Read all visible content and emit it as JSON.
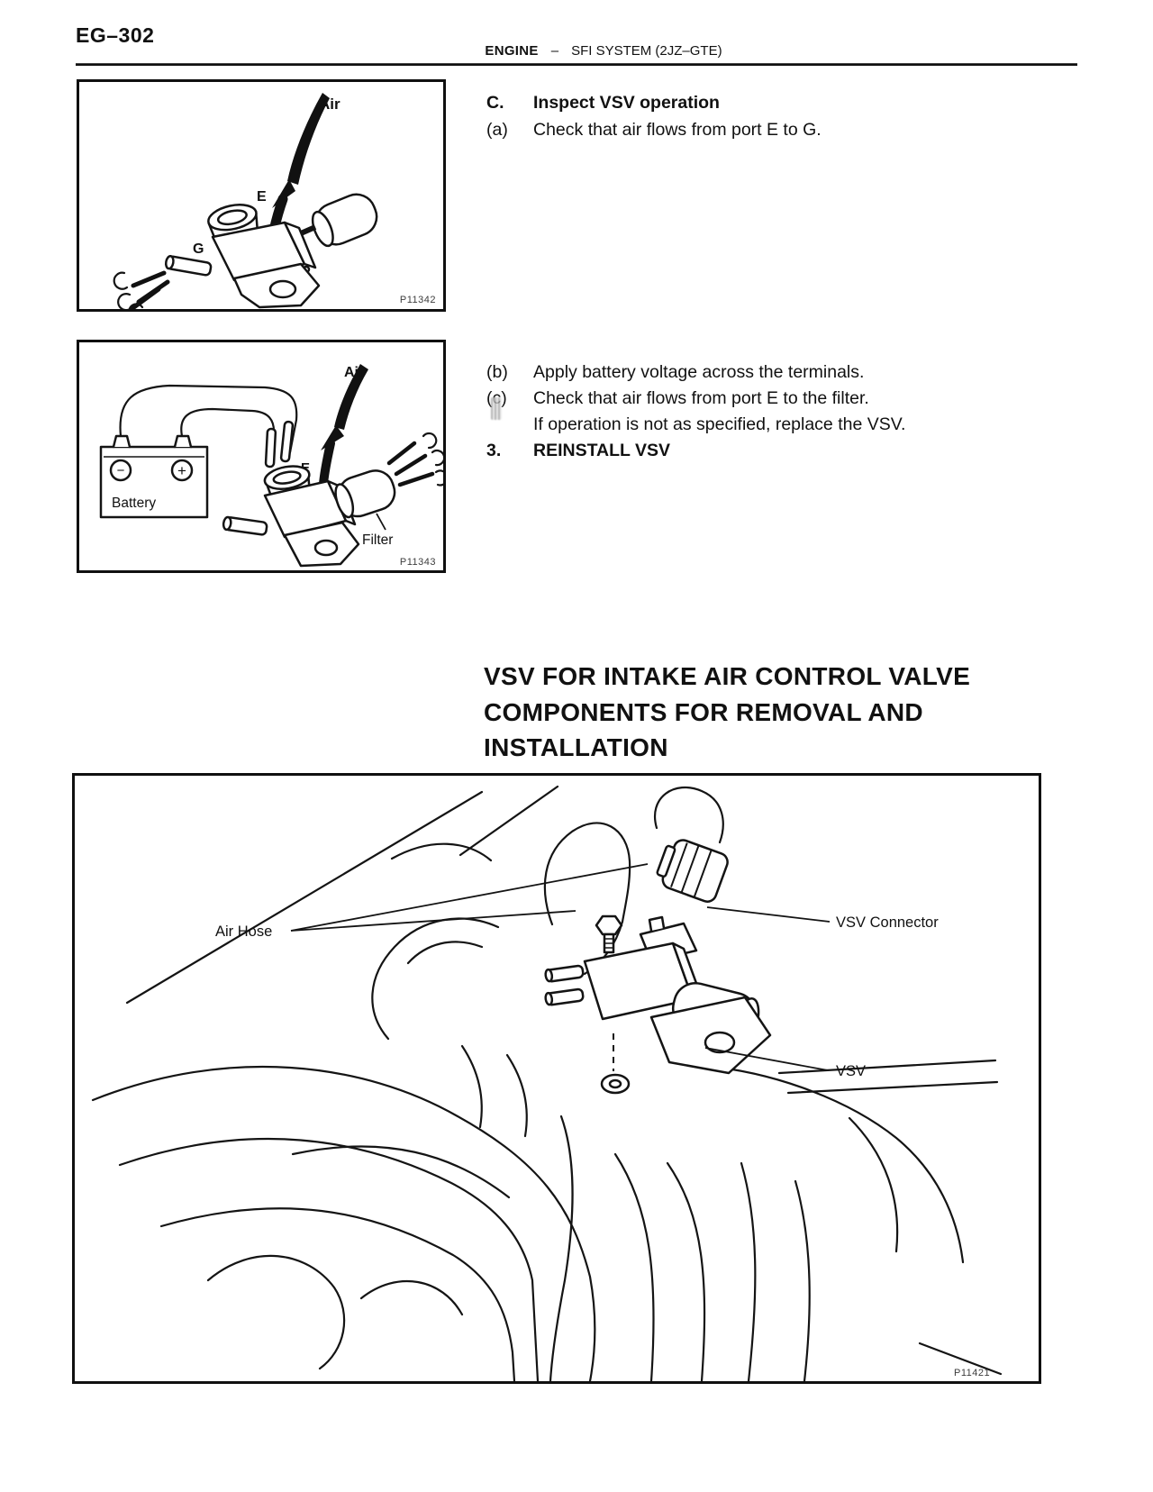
{
  "header": {
    "page_number": "EG–302",
    "section": "ENGINE",
    "separator": "–",
    "subsection": "SFI SYSTEM (2JZ–GTE)"
  },
  "inspection": {
    "step_c_label": "C.",
    "step_c_title": "Inspect VSV operation",
    "step_a_label": "(a)",
    "step_a_text": "Check that air flows from port E to G.",
    "step_b_label": "(b)",
    "step_b_text": "Apply battery voltage across the terminals.",
    "step_c2_label": "(c)",
    "step_c2_text": "Check that air flows from port E to the filter.",
    "note_text": "If operation is not as specified, replace the VSV.",
    "step_3_label": "3.",
    "step_3_title": "REINSTALL VSV"
  },
  "section_heading": {
    "line1": "VSV FOR INTAKE AIR CONTROL VALVE",
    "line2": "COMPONENTS FOR REMOVAL AND",
    "line3": "INSTALLATION"
  },
  "figure_vsv_airflow": {
    "label_air": "Air",
    "label_e": "E",
    "label_g": "G",
    "figure_number": "P11342"
  },
  "figure_vsv_battery": {
    "label_air": "Air",
    "label_e": "E",
    "label_battery": "Battery",
    "label_minus": "−",
    "label_plus": "+",
    "label_filter": "Filter",
    "figure_number": "P11343"
  },
  "figure_removal": {
    "label_air_hose": "Air Hose",
    "label_vsv_connector": "VSV Connector",
    "label_vsv": "VSV",
    "figure_number": "P11421"
  },
  "colors": {
    "ink": "#111111",
    "paper": "#ffffff"
  }
}
